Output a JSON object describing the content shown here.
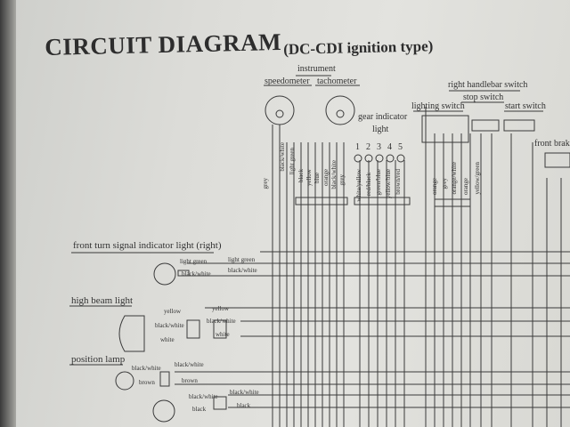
{
  "title": "CIRCUIT DIAGRAM",
  "subtitle": "(DC-CDI ignition type)",
  "labels": {
    "instrument": "instrument",
    "speedometer": "speedometer",
    "tachometer": "tachometer",
    "gear_indicator": "gear indicator",
    "light": "light",
    "right_handlebar_switch": "right handlebar switch",
    "stop_switch": "stop switch",
    "lighting_switch": "lighting switch",
    "start_switch": "start switch",
    "front_brake": "front brake",
    "front_turn_signal": "front turn signal indicator light (right)",
    "high_beam_light": "high beam light",
    "position_lamp": "position lamp"
  },
  "gear_numbers": [
    "1",
    "2",
    "3",
    "4",
    "5"
  ],
  "wire_labels": {
    "light_green": "light green",
    "black_white": "black/white",
    "yellow": "yellow",
    "white": "white",
    "brown": "brown",
    "black": "black"
  },
  "vertical_wires": [
    "grey",
    "black/white",
    "light green",
    "black",
    "yellow",
    "blue",
    "orange",
    "black/white",
    "grey"
  ],
  "gear_wires": [
    "white/yellow",
    "red/black",
    "green/blue",
    "yellow/blue",
    "brown/red"
  ],
  "switch_wires": [
    "orange",
    "grey",
    "orange/white",
    "orange",
    "yellow/green"
  ]
}
